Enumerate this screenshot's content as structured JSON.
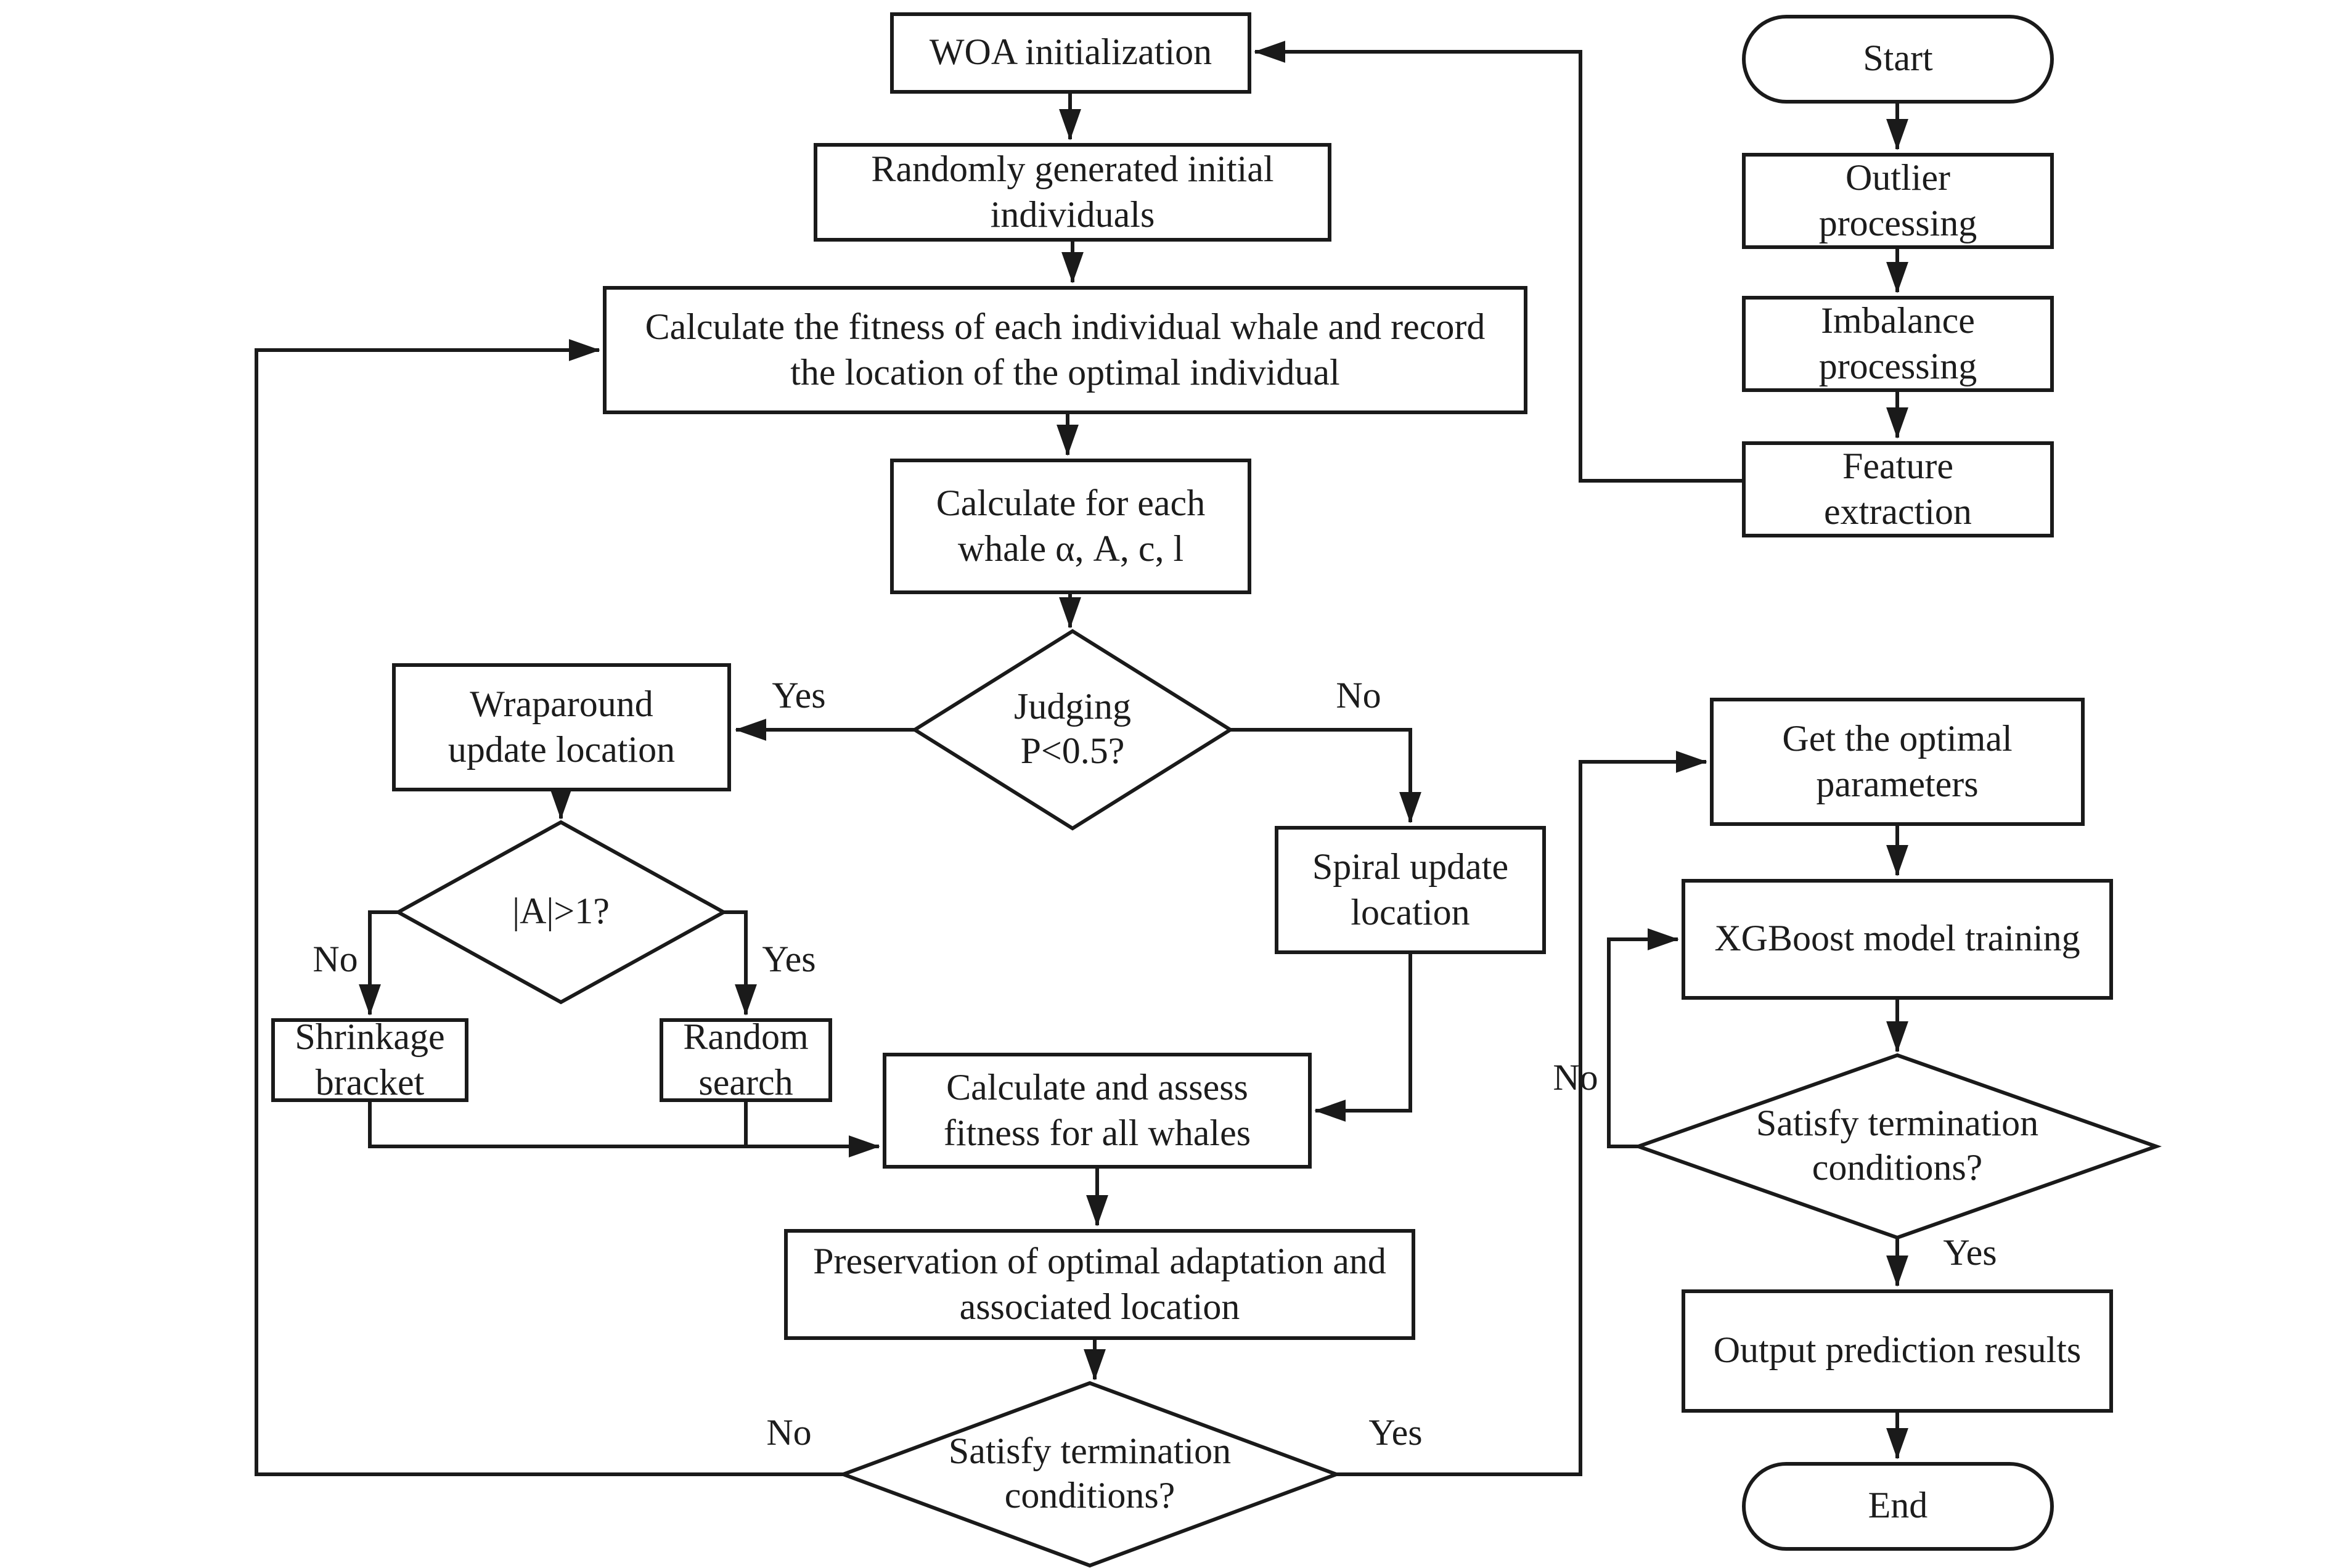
{
  "colors": {
    "stroke": "#1a1a1a",
    "text": "#1c1c1c",
    "background": "#ffffff"
  },
  "nodes": {
    "woa_init": "WOA initialization",
    "random_init": "Randomly generated initial individuals",
    "calc_fitness": "Calculate the fitness of each individual whale and record the location of the optimal individual",
    "calc_whale": "Calculate for each whale α, A, c, l",
    "judging": "Judging P<0.5?",
    "wraparound": "Wraparound update location",
    "abs_a": "|A|>1?",
    "shrinkage": "Shrinkage bracket",
    "random_search": "Random search",
    "spiral": "Spiral update location",
    "calc_assess": "Calculate and assess fitness for all whales",
    "preservation": "Preservation of optimal adaptation and associated location",
    "termination_main": "Satisfy termination conditions?",
    "start": "Start",
    "outlier": "Outlier processing",
    "imbalance": "Imbalance processing",
    "feature": "Feature extraction",
    "get_params": "Get the optimal parameters",
    "xgboost": "XGBoost model training",
    "termination_right": "Satisfy termination conditions?",
    "output": "Output prediction results",
    "end": "End"
  },
  "edge_labels": {
    "judging_yes": "Yes",
    "judging_no": "No",
    "abs_a_no": "No",
    "abs_a_yes": "Yes",
    "termination_main_no": "No",
    "termination_main_yes": "Yes",
    "termination_right_no": "No",
    "termination_right_yes": "Yes"
  }
}
